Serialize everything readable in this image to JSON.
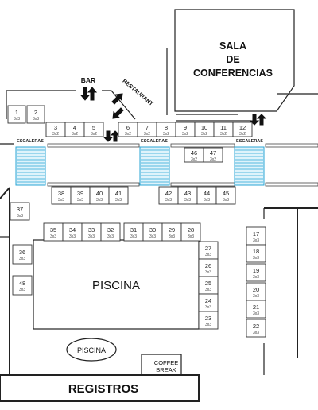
{
  "labels": {
    "sala_line1": "SALA",
    "sala_line2": "DE",
    "sala_line3": "CONFERENCIAS",
    "bar": "BAR",
    "restaurant": "RESTAURANT",
    "escaleras": "ESCALERAS",
    "piscina_main": "PISCINA",
    "piscina_oval": "PISCINA",
    "coffee_line1": "COFFEE",
    "coffee_line2": "BREAK",
    "registros": "REGISTROS"
  },
  "booths": [
    {
      "num": "1",
      "size": "3x3"
    },
    {
      "num": "2",
      "size": "3x3"
    },
    {
      "num": "3",
      "size": "3x2"
    },
    {
      "num": "4",
      "size": "3x2"
    },
    {
      "num": "5",
      "size": "3x2"
    },
    {
      "num": "6",
      "size": "3x2"
    },
    {
      "num": "7",
      "size": "3x2"
    },
    {
      "num": "8",
      "size": "3x2"
    },
    {
      "num": "9",
      "size": "3x2"
    },
    {
      "num": "10",
      "size": "3x2"
    },
    {
      "num": "11",
      "size": "3x2"
    },
    {
      "num": "12",
      "size": "3x2"
    },
    {
      "num": "46",
      "size": "3x2"
    },
    {
      "num": "47",
      "size": "3x2"
    },
    {
      "num": "38",
      "size": "3x3"
    },
    {
      "num": "39",
      "size": "3x3"
    },
    {
      "num": "40",
      "size": "3x3"
    },
    {
      "num": "41",
      "size": "3x3"
    },
    {
      "num": "42",
      "size": "3x3"
    },
    {
      "num": "43",
      "size": "3x3"
    },
    {
      "num": "44",
      "size": "3x3"
    },
    {
      "num": "45",
      "size": "3x3"
    },
    {
      "num": "37",
      "size": "3x3"
    },
    {
      "num": "35",
      "size": "3x3"
    },
    {
      "num": "34",
      "size": "3x3"
    },
    {
      "num": "33",
      "size": "3x3"
    },
    {
      "num": "32",
      "size": "3x3"
    },
    {
      "num": "31",
      "size": "3x3"
    },
    {
      "num": "30",
      "size": "3x3"
    },
    {
      "num": "29",
      "size": "3x3"
    },
    {
      "num": "28",
      "size": "3x3"
    },
    {
      "num": "36",
      "size": "3x3"
    },
    {
      "num": "48",
      "size": "3x3"
    },
    {
      "num": "27",
      "size": "3x3"
    },
    {
      "num": "26",
      "size": "3x3"
    },
    {
      "num": "25",
      "size": "3x3"
    },
    {
      "num": "24",
      "size": "3x3"
    },
    {
      "num": "23",
      "size": "3x3"
    },
    {
      "num": "17",
      "size": "3x3"
    },
    {
      "num": "18",
      "size": "3x3"
    },
    {
      "num": "19",
      "size": "3x3"
    },
    {
      "num": "20",
      "size": "3x3"
    },
    {
      "num": "21",
      "size": "3x3"
    },
    {
      "num": "22",
      "size": "3x3"
    }
  ]
}
